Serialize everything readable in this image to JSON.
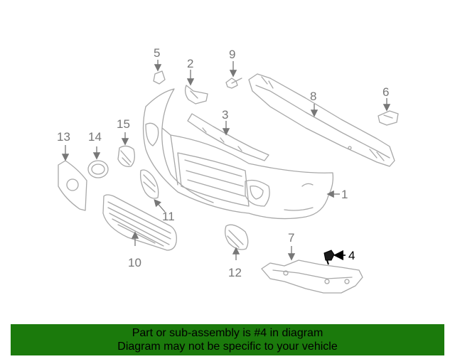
{
  "diagram": {
    "highlight_color": "#000000",
    "part_color": "#a8a8a8",
    "callouts": {
      "c1": "1",
      "c2": "2",
      "c3": "3",
      "c4": "4",
      "c5": "5",
      "c6": "6",
      "c7": "7",
      "c8": "8",
      "c9": "9",
      "c10": "10",
      "c11": "11",
      "c12": "12",
      "c13": "13",
      "c14": "14",
      "c15": "15"
    },
    "highlighted_part": "4"
  },
  "banner": {
    "background": "#1b7a0c",
    "line1": "Part or sub-assembly is #4 in diagram",
    "line2": "Diagram may not be specific to your vehicle"
  }
}
